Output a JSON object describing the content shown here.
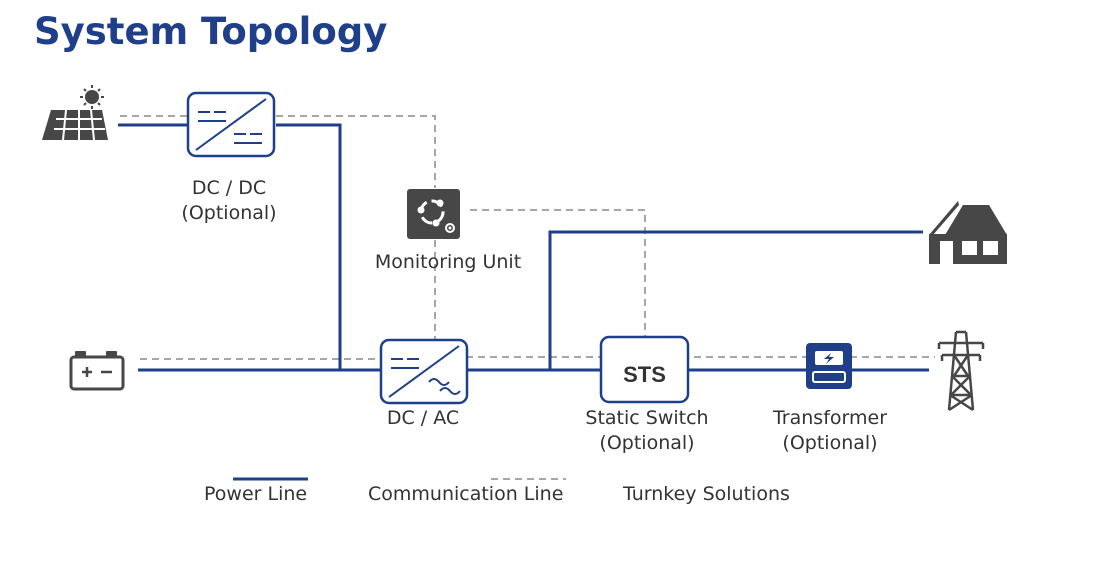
{
  "title": "System Topology",
  "nodes": {
    "dcdc": {
      "line1": "DC / DC",
      "line2": "(Optional)"
    },
    "monitoring": {
      "line1": "Monitoring Unit"
    },
    "dcac": {
      "line1": "DC / AC"
    },
    "sts": {
      "badge": "STS",
      "line1": "Static Switch",
      "line2": "(Optional)"
    },
    "transformer": {
      "line1": "Transformer",
      "line2": "(Optional)"
    }
  },
  "icons": {
    "solar": "solar-panel-icon",
    "battery": "battery-icon",
    "house": "house-icon",
    "grid": "transmission-tower-icon",
    "monitoring": "monitoring-unit-icon",
    "transformer": "transformer-icon"
  },
  "legend": {
    "power": "Power Line",
    "communication": "Communication Line",
    "turnkey": "Turnkey Solutions"
  },
  "colors": {
    "title": "#1f3f8a",
    "power_line": "#1f3f8a",
    "communication_line": "#a6a6a6",
    "icon_dark": "#474747",
    "transformer": "#1f3f8a"
  }
}
